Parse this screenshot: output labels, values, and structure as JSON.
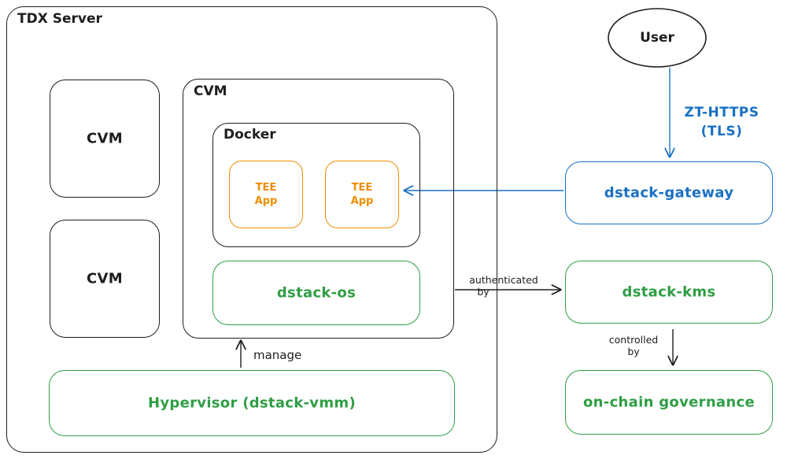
{
  "tdx_server": {
    "label": "TDX Server"
  },
  "cvm_left": [
    {
      "label": "CVM"
    },
    {
      "label": "CVM"
    }
  ],
  "cvm_main": {
    "label": "CVM"
  },
  "docker": {
    "label": "Docker"
  },
  "tee_apps": [
    {
      "line1": "TEE",
      "line2": "App"
    },
    {
      "line1": "TEE",
      "line2": "App"
    }
  ],
  "dstack_os": {
    "label": "dstack-os"
  },
  "hypervisor": {
    "label": "Hypervisor (dstack-vmm)"
  },
  "manage_label": "manage",
  "user": {
    "label": "User"
  },
  "zt_https": {
    "line1": "ZT-HTTPS",
    "line2": "(TLS)"
  },
  "gateway": {
    "label": "dstack-gateway"
  },
  "kms": {
    "label": "dstack-kms"
  },
  "authenticated_by": {
    "line1": "authenticated",
    "line2": "by"
  },
  "controlled_by": {
    "line1": "controlled",
    "line2": "by"
  },
  "governance": {
    "label": "on-chain governance"
  },
  "colors": {
    "stroke": "#1e1e1e",
    "green": "#2f9e44",
    "blue": "#1971c2",
    "orange": "#f08c00"
  }
}
